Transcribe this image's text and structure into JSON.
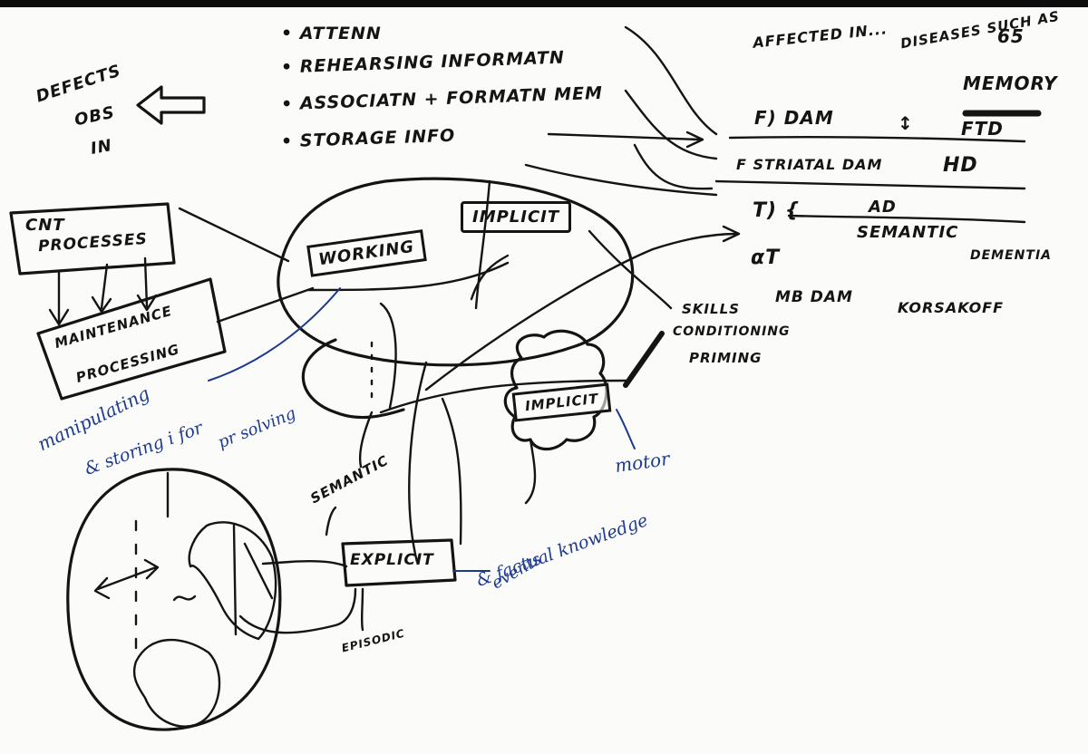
{
  "left_note": {
    "line1": "DEFECTS",
    "line2": "OBS",
    "line3": "IN"
  },
  "bullets": [
    "ATTENN",
    "REHEARSING INFORMATN",
    "ASSOCIATN + FORMATN MEM",
    "STORAGE INFO"
  ],
  "right_header": {
    "affected": "AFFECTED IN...",
    "diseases": "DISEASES SUCH AS",
    "age": "65",
    "memory": "MEMORY"
  },
  "right_rows": {
    "f_dam": "F) DAM",
    "ftd": "FTD",
    "striatal": "F STRIATAL DAM",
    "hd": "HD",
    "t_sym": "T) {",
    "ad": "AD",
    "semantic": "SEMANTIC",
    "dementia": "DEMENTIA",
    "alpha_t": "αT",
    "mb_dam": "MB DAM",
    "korsakoff": "KORSAKOFF"
  },
  "left_boxes": {
    "cnt": "CNT",
    "processes": "PROCESSES",
    "maintenance": "MAINTENANCE",
    "processing": "PROCESSING"
  },
  "center_boxes": {
    "working": "WORKING",
    "implicit_top": "IMPLICIT",
    "implicit_mid": "IMPLICIT",
    "explicit": "EXPLICIT"
  },
  "center_labels": {
    "skills": "SKILLS",
    "conditioning": "CONDITIONING",
    "priming": "PRIMING",
    "semantic": "SEMANTIC",
    "episodic": "EPISODIC"
  },
  "blue_notes": {
    "manipulating": "manipulating",
    "storing": "& storing i for",
    "problem": "pr solving",
    "motor": "motor",
    "events": "events",
    "factual": "& factual knowledge"
  },
  "colors": {
    "ink": "#141414",
    "blue_pen": "#1d3b8f",
    "paper": "#fbfbfa"
  }
}
